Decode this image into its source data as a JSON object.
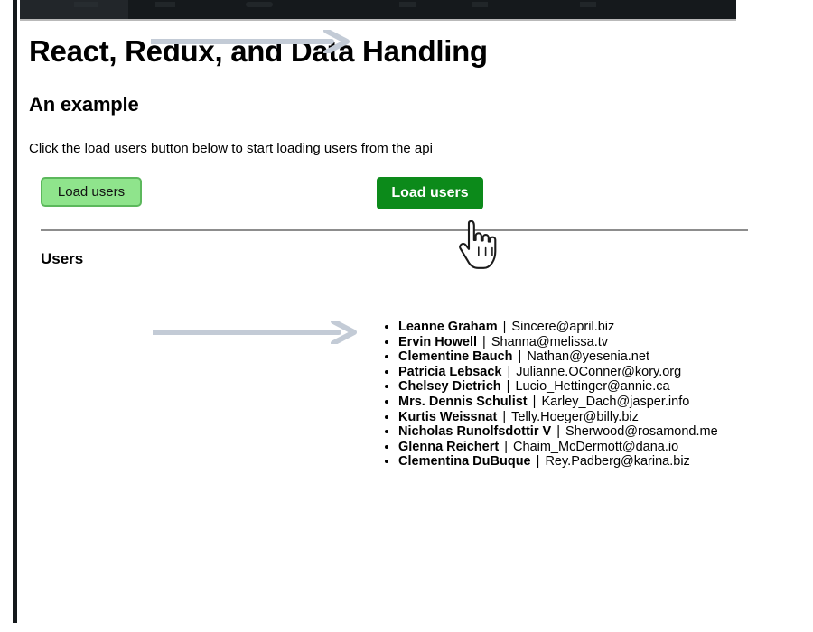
{
  "browser": {
    "strip_label": ""
  },
  "page": {
    "title": "React, Redux, and Data Handling",
    "section_title": "An example",
    "instruction": "Click the load users button below to start loading users from the api",
    "users_heading": "Users"
  },
  "buttons": {
    "load_users_before": "Load users",
    "load_users_after": "Load users",
    "color_before_bg": "#8fe48c",
    "color_before_border": "#5cb85c",
    "color_after_bg": "#0c8a1a",
    "color_after_text": "#ffffff"
  },
  "annotations": {
    "arrow_color": "#c3cbd6",
    "arrow_to_button_name": "arrow-pointing-to-load-users-button",
    "arrow_to_list_name": "arrow-pointing-to-users-list",
    "cursor_name": "hand-pointer-cursor"
  },
  "users": {
    "separator": "|",
    "items": [
      {
        "name": "Leanne Graham",
        "email": "Sincere@april.biz"
      },
      {
        "name": "Ervin Howell",
        "email": "Shanna@melissa.tv"
      },
      {
        "name": "Clementine Bauch",
        "email": "Nathan@yesenia.net"
      },
      {
        "name": "Patricia Lebsack",
        "email": "Julianne.OConner@kory.org"
      },
      {
        "name": "Chelsey Dietrich",
        "email": "Lucio_Hettinger@annie.ca"
      },
      {
        "name": "Mrs. Dennis Schulist",
        "email": "Karley_Dach@jasper.info"
      },
      {
        "name": "Kurtis Weissnat",
        "email": "Telly.Hoeger@billy.biz"
      },
      {
        "name": "Nicholas Runolfsdottir V",
        "email": "Sherwood@rosamond.me"
      },
      {
        "name": "Glenna Reichert",
        "email": "Chaim_McDermott@dana.io"
      },
      {
        "name": "Clementina DuBuque",
        "email": "Rey.Padberg@karina.biz"
      }
    ]
  }
}
